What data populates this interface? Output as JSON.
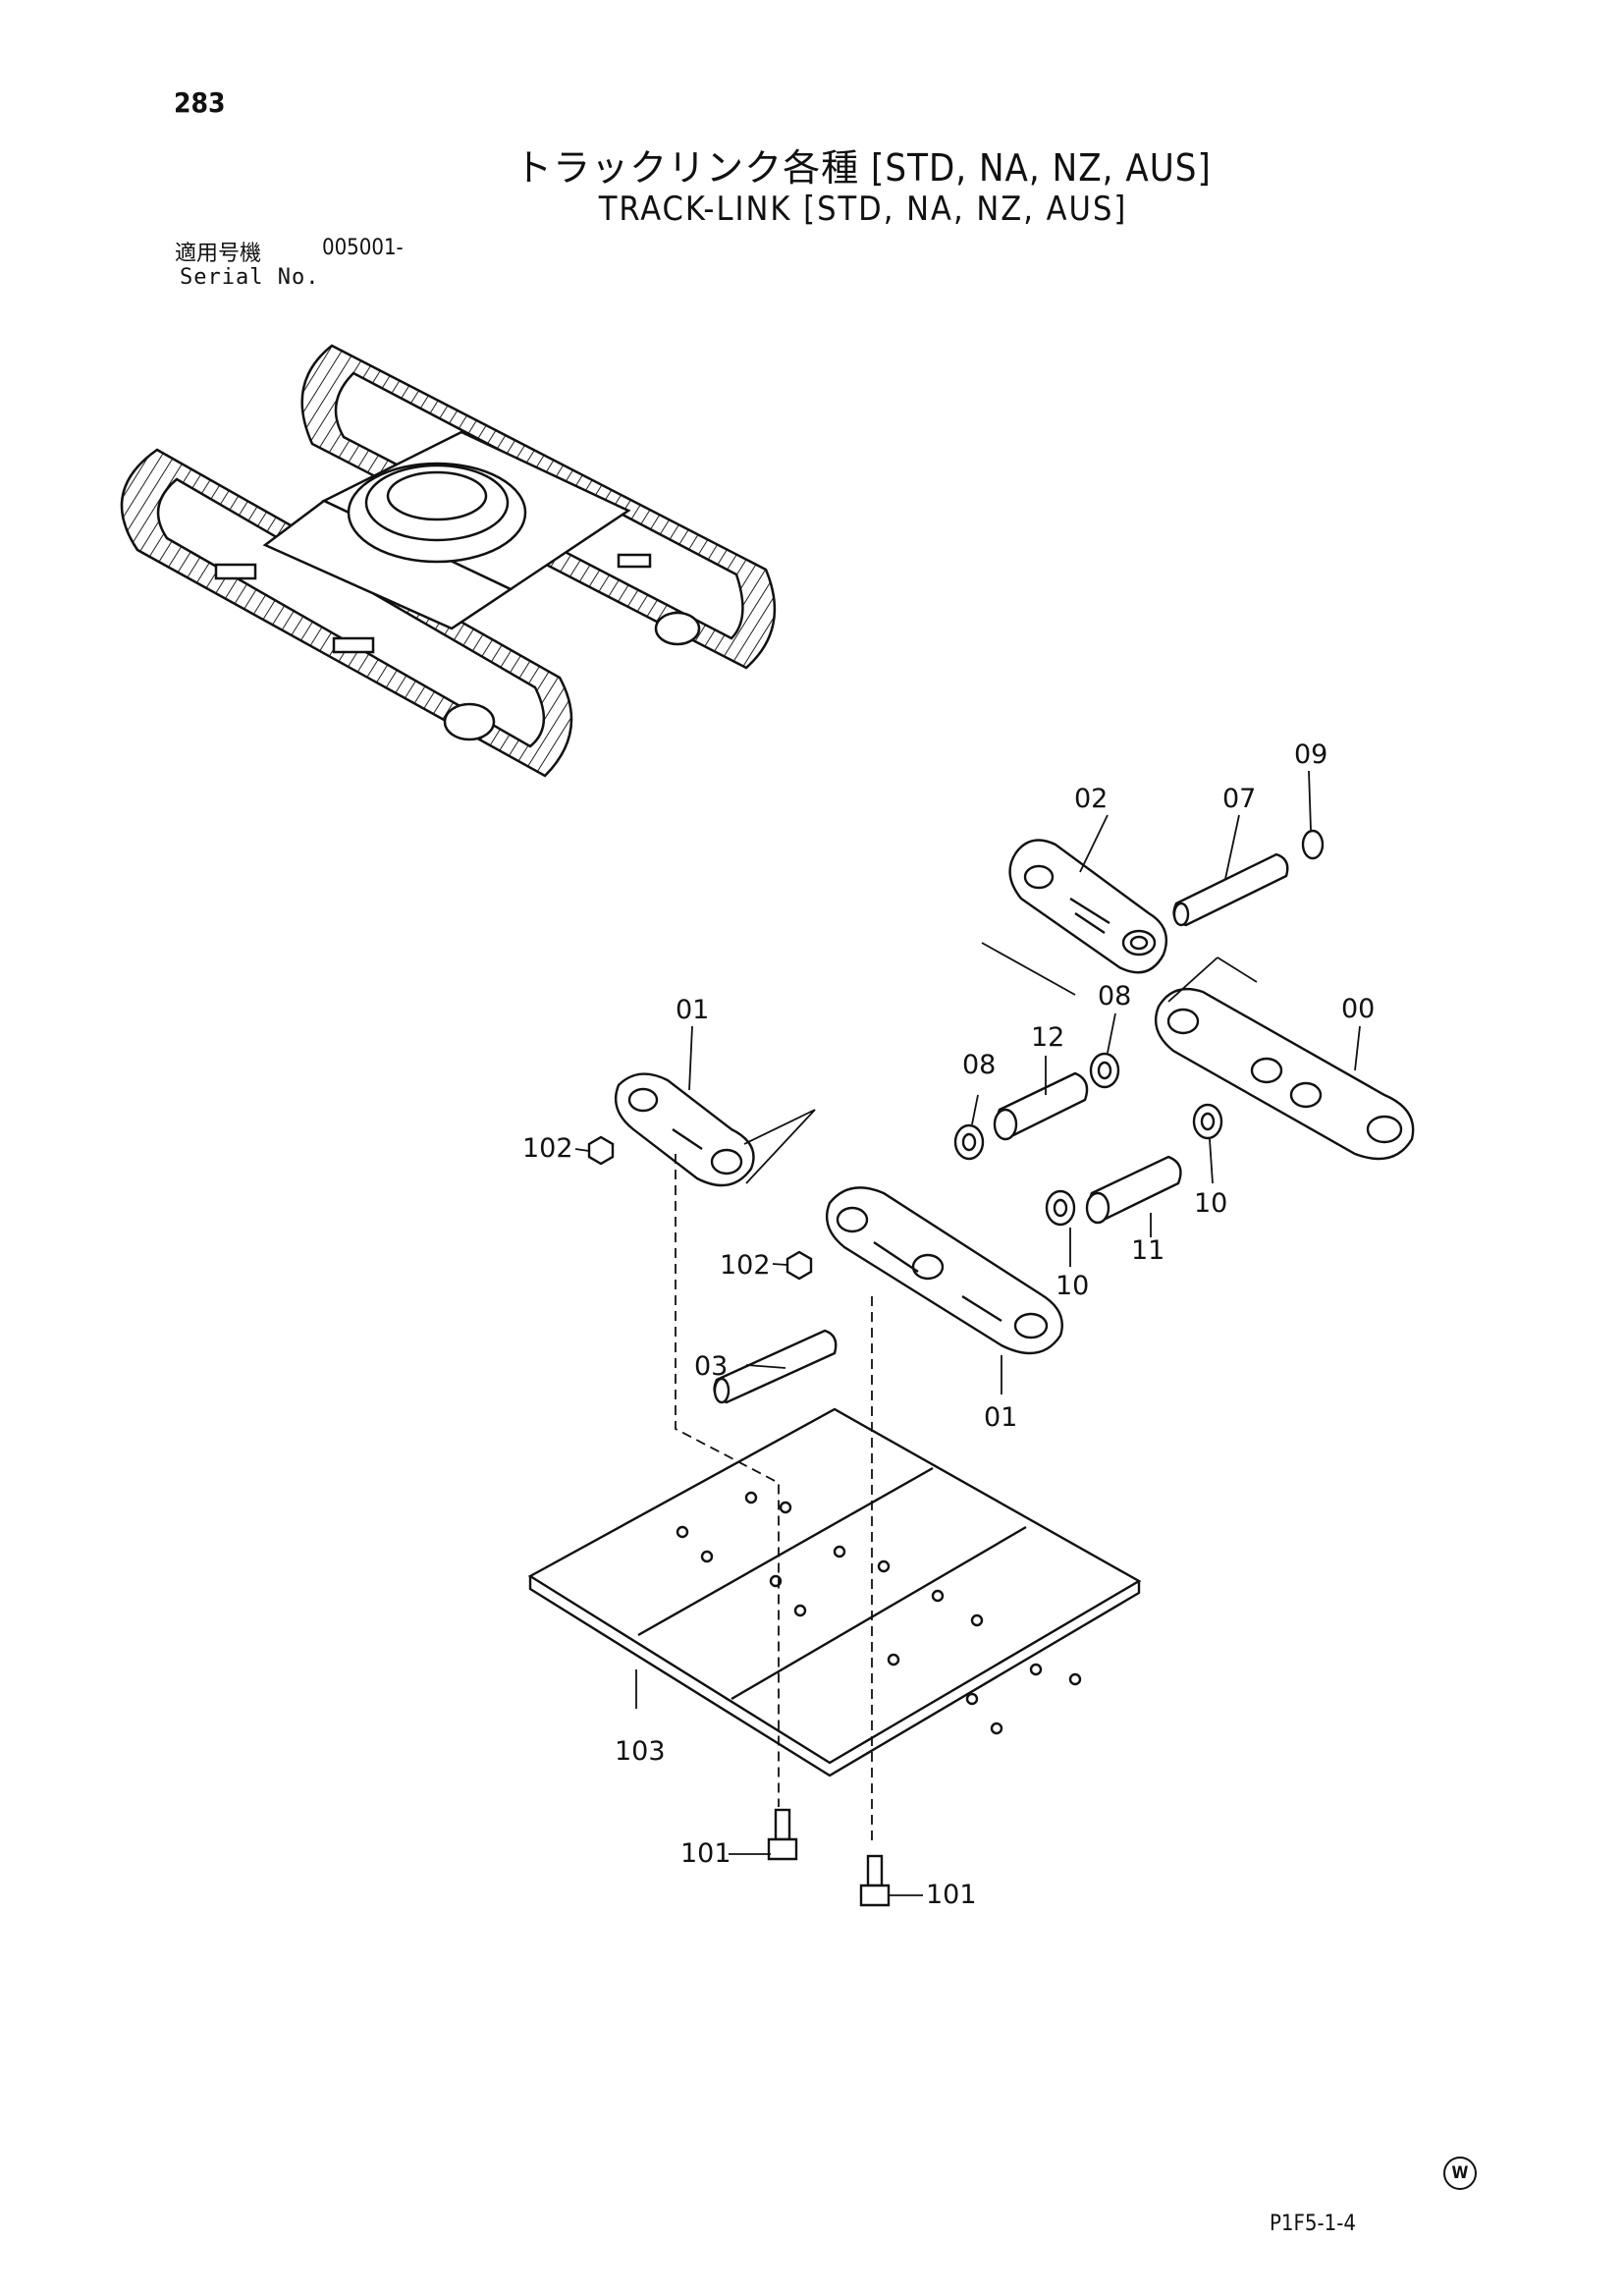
{
  "page_number": "283",
  "title_jp": "トラックリンク各種 [STD, NA, NZ, AUS]",
  "title_en": "TRACK-LINK [STD, NA, NZ, AUS]",
  "serial": {
    "label_jp": "適用号機",
    "value": "005001-",
    "label_en": "Serial No."
  },
  "part_labels": {
    "p00": "00",
    "p01_top": "01",
    "p01_bottom": "01",
    "p02": "02",
    "p03": "03",
    "p07": "07",
    "p08_right": "08",
    "p08_left": "08",
    "p09": "09",
    "p10_right": "10",
    "p10_left": "10",
    "p11": "11",
    "p12": "12",
    "p101_left": "101",
    "p101_right": "101",
    "p102_top": "102",
    "p102_bottom": "102",
    "p103": "103"
  },
  "footer_code": "P1F5-1-4",
  "watermark_symbol": "W"
}
